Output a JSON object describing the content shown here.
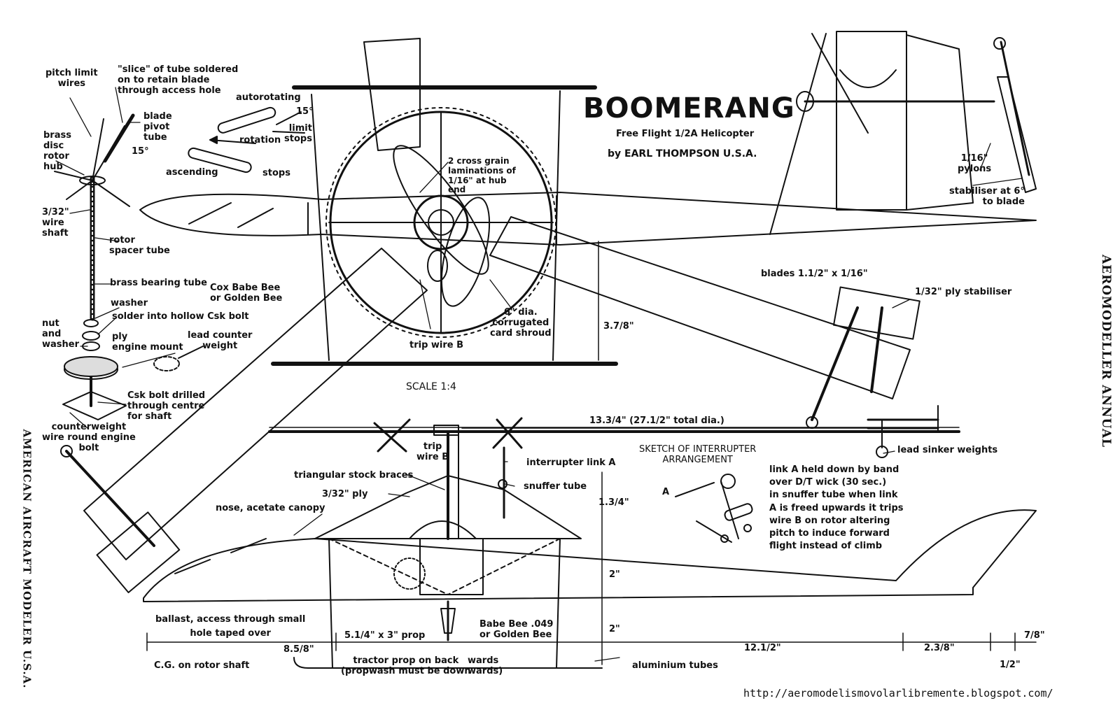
{
  "title": "BOOMERANG",
  "subtitle": "Free Flight 1/2A Helicopter",
  "author": "by EARL THOMPSON  U.S.A.",
  "scale": "SCALE 1:4",
  "magazine_right": "AEROMODELLER ANNUAL",
  "magazine_left": "AMERICAN AIRCRAFT MODELER U.S.A.",
  "source_url": "http://aeromodelismovolarlibremente.blogspot.com/",
  "labels": {
    "pitch_limit": "pitch limit\nwires",
    "slice": "\"slice\" of tube soldered\non to retain blade\nthrough access hole",
    "blade_pivot": "blade\npivot\ntube",
    "brass_disc": "brass\ndisc\nrotor\nhub",
    "autorotating": "autorotating",
    "deg15a": "15°",
    "deg15b": "15°",
    "rotation": "rotation",
    "limit_stops": "limit\nstops",
    "ascending": "ascending",
    "stops": "stops",
    "wire_shaft": "3/32\"\nwire\nshaft",
    "rotor_spacer": "rotor\nspacer tube",
    "bearing": "brass bearing tube",
    "cox": "Cox Babe Bee\nor Golden Bee",
    "washer": "washer",
    "solder": "solder into hollow Csk bolt",
    "nut_washer": "nut\nand\nwasher",
    "ply_mount": "ply\nengine mount",
    "lead_counter": "lead counter\nweight",
    "csk_bolt": "Csk bolt drilled\nthrough centre\nfor shaft",
    "counterweight": "counterweight\nwire round engine\nbolt",
    "cross_grain": "2 cross grain\nlaminations of\n1/16\" at hub\nend",
    "shroud": "6\" dia.\ncorrugated\ncard shroud",
    "trip_wire": "trip wire B",
    "dim_378": "3.7/8\"",
    "pylons": "1/16\"\npylons",
    "stabiliser_6": "stabiliser at 6°\nto blade",
    "blades": "blades 1.1/2\" x 1/16\"",
    "ply_stabiliser": "1/32\" ply stabiliser",
    "dim_1334": "13.3/4\"   (27.1/2\" total dia.)",
    "lead_sinker": "lead sinker weights",
    "trip_b": "trip\nwire B",
    "interrupter_link": "interrupter link A",
    "sketch_title": "SKETCH OF INTERRUPTER\nARRANGEMENT",
    "link_a": "A",
    "link_text": "link A held down by band\nover D/T wick (30 sec.)\nin snuffer tube when link\nA is freed upwards it trips\nwire B on rotor altering\npitch to induce forward\nflight instead of climb",
    "tri_stock": "triangular stock braces",
    "ply_332": "3/32\" ply",
    "snuffer": "snuffer tube",
    "nose": "nose, acetate canopy",
    "dim_134": "1.3/4\"",
    "dim_2a": "2\"",
    "dim_2b": "2\"",
    "ballast": "ballast, access through small\nhole taped over",
    "prop": "5.1/4\" x 3\" prop",
    "engine": "Babe Bee .049\nor Golden Bee",
    "dim_858": "8.5/8\"",
    "dim_1212": "12.1/2\"",
    "dim_238": "2.3/8\"",
    "dim_78": "7/8\"",
    "dim_12": "1/2\"",
    "cg": "C.G. on rotor shaft",
    "tractor": "tractor prop on back\n(propwash must be down",
    "wards": "wards\nwards)",
    "aluminium": "aluminium tubes"
  }
}
